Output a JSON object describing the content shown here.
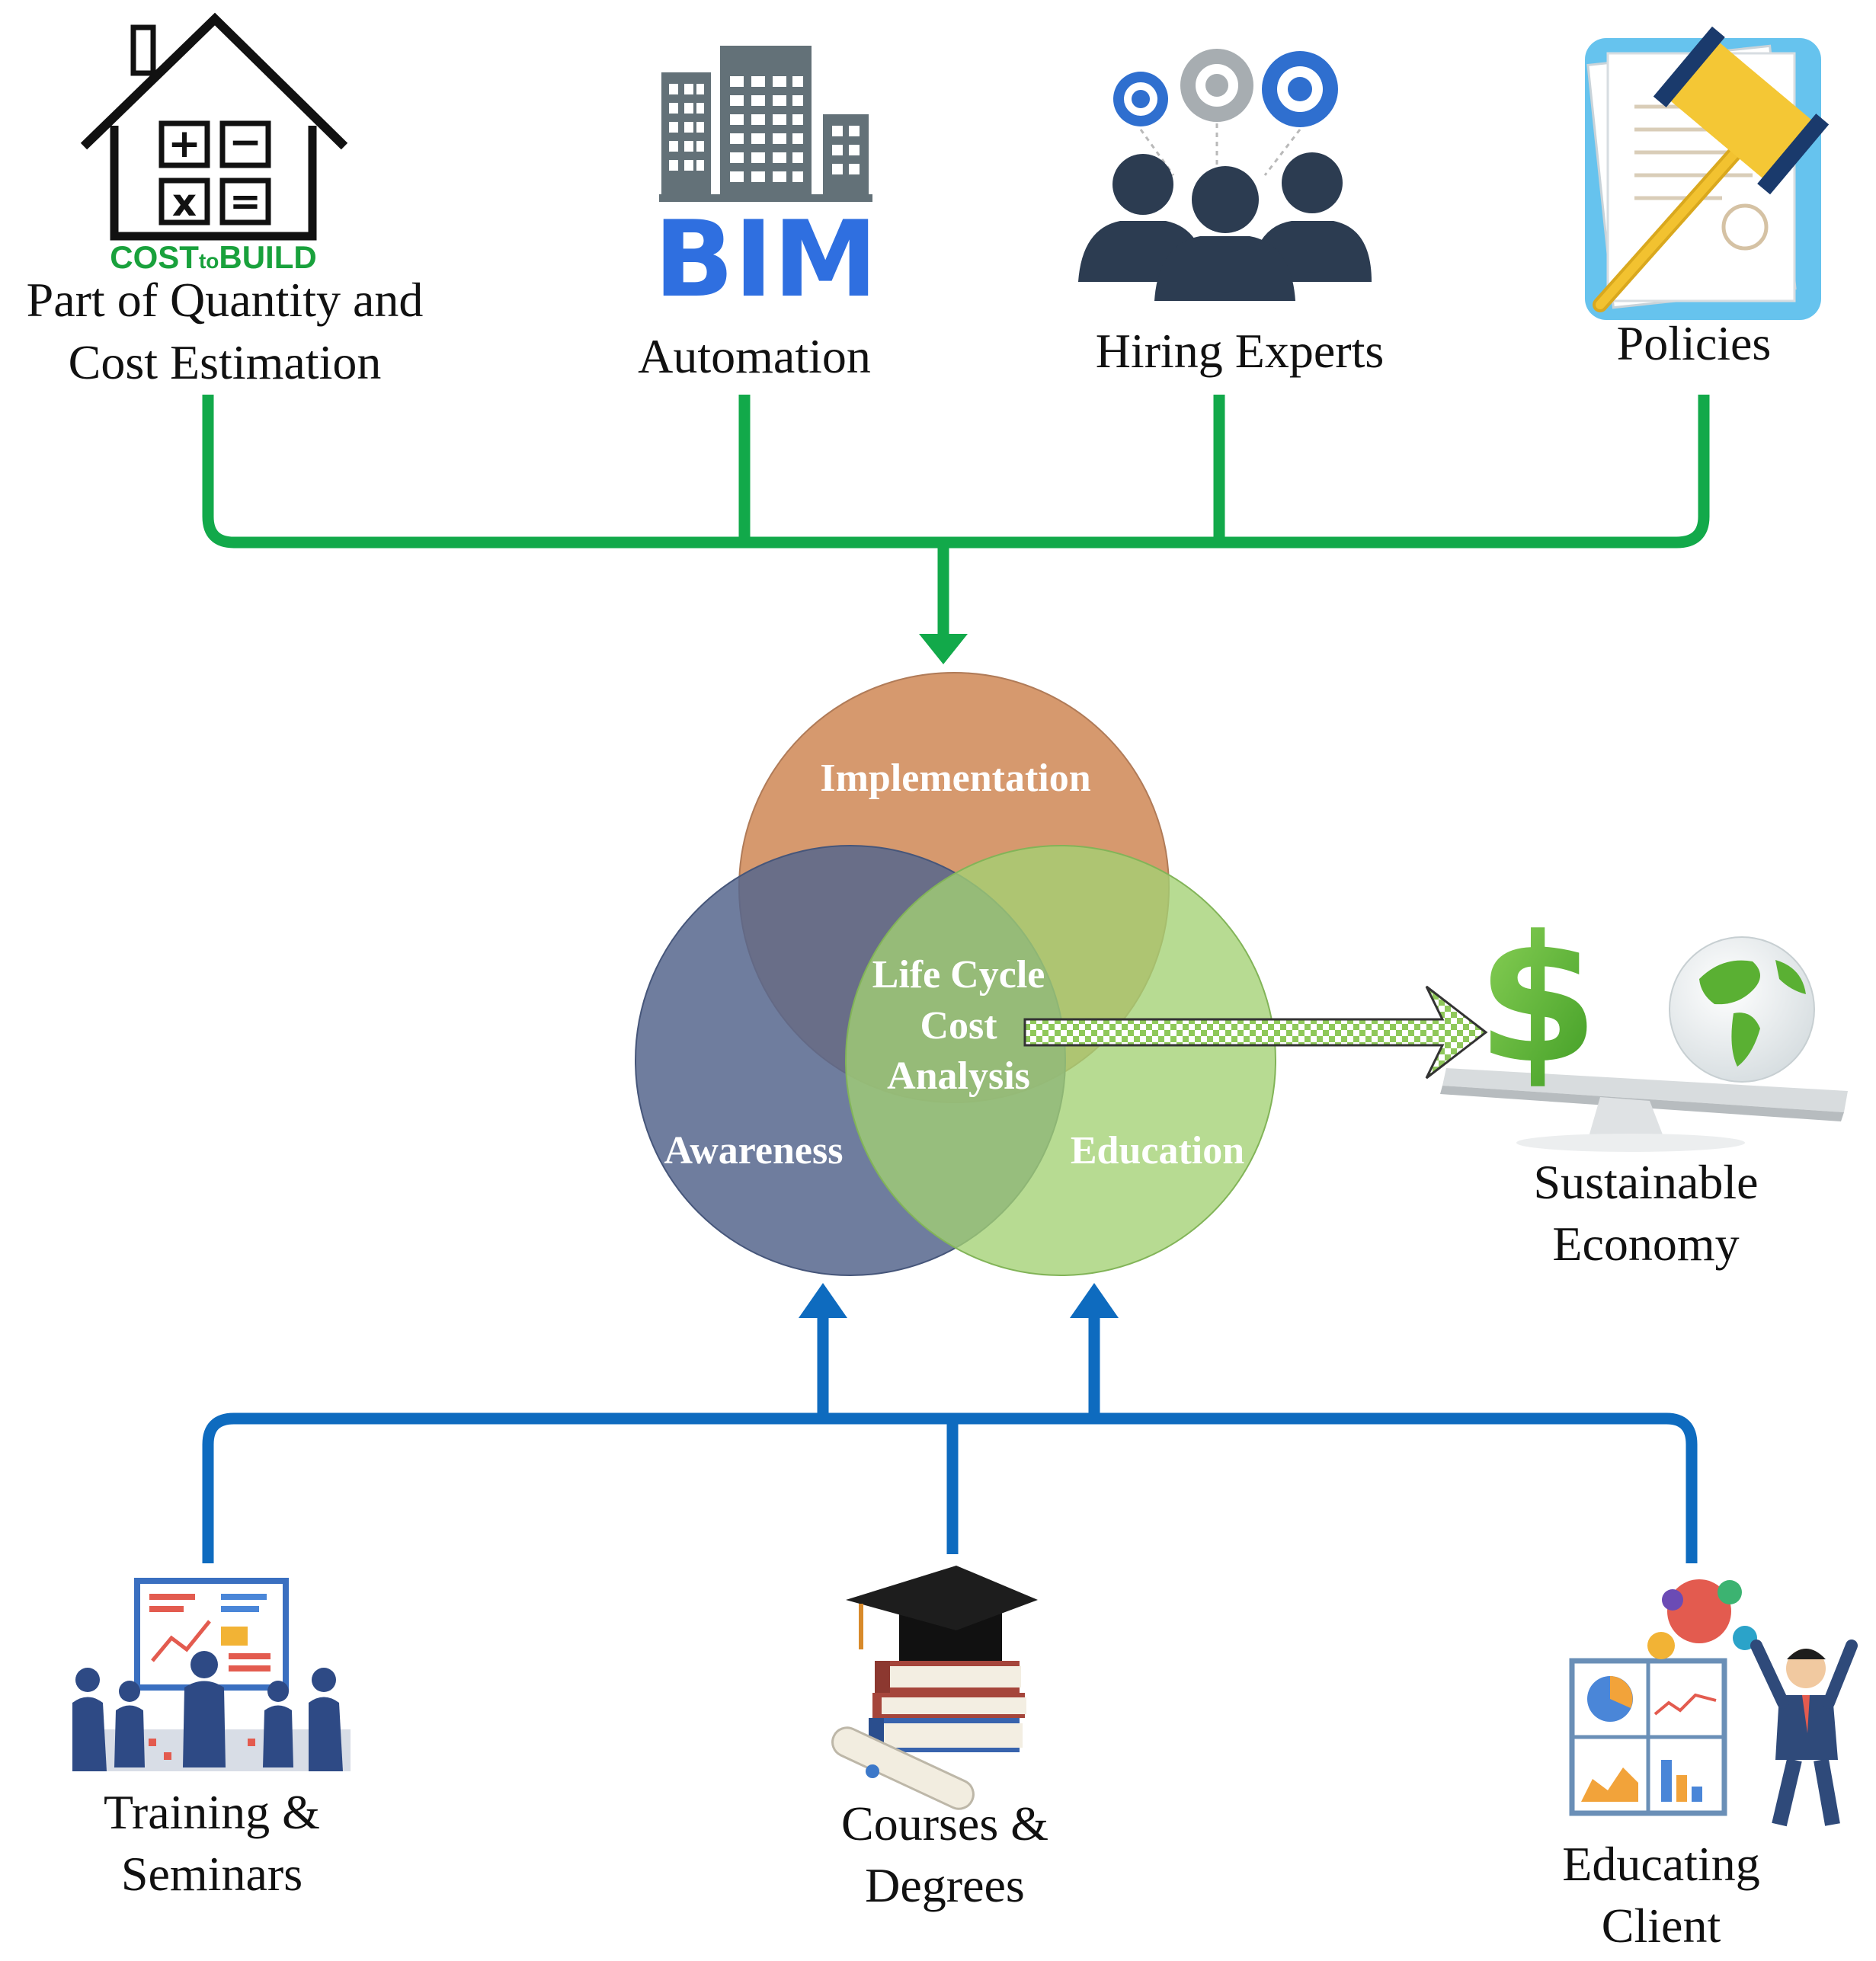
{
  "top_items": [
    {
      "logo_text_a": "COST",
      "logo_text_b": "to",
      "logo_text_c": "BUILD",
      "line1": "Part of Quantity and",
      "line2": "Cost Estimation"
    },
    {
      "logo_text": "BIM",
      "line1": "Automation"
    },
    {
      "line1": "Hiring Experts"
    },
    {
      "line1": "Policies"
    }
  ],
  "venn": {
    "top": "Implementation",
    "left": "Awareness",
    "right": "Education",
    "center_line1": "Life Cycle",
    "center_line2": "Cost",
    "center_line3": "Analysis"
  },
  "output": {
    "line1": "Sustainable",
    "line2": "Economy"
  },
  "bottom_items": [
    {
      "line1": "Training &",
      "line2": "Seminars"
    },
    {
      "line1": "Courses &",
      "line2": "Degrees"
    },
    {
      "line1": "Educating",
      "line2": "Client"
    }
  ],
  "colors": {
    "green_connector": "#12a94a",
    "blue_connector": "#0e6bbf",
    "circle_implementation": "#d49466",
    "circle_awareness": "#56668d",
    "circle_education": "#a3d173"
  }
}
